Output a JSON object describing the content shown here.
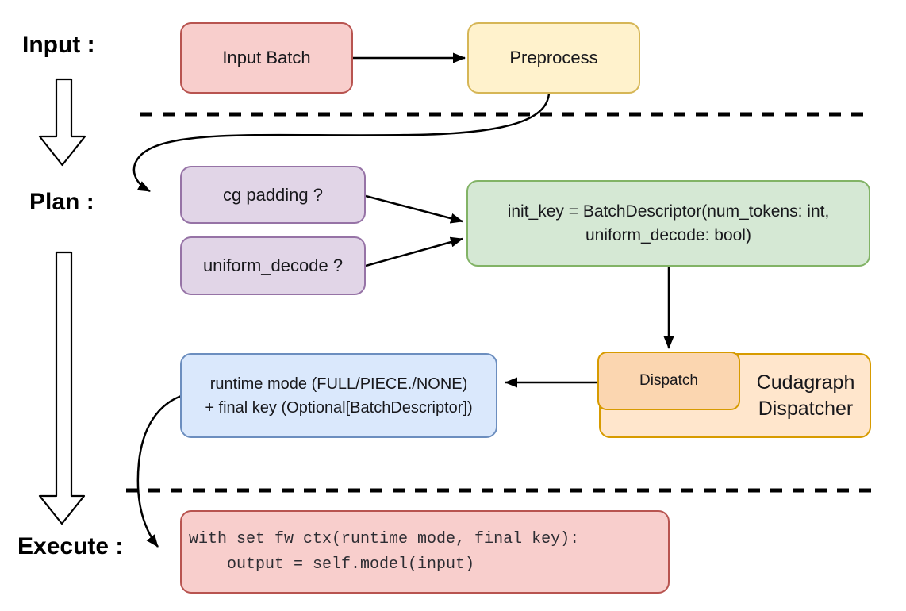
{
  "sections": {
    "input": {
      "label": "Input :"
    },
    "plan": {
      "label": "Plan :"
    },
    "execute": {
      "label": "Execute :"
    }
  },
  "nodes": {
    "input_batch": {
      "label": "Input Batch",
      "fill": "#f8cecc",
      "stroke": "#b85450"
    },
    "preprocess": {
      "label": "Preprocess",
      "fill": "#fff2cc",
      "stroke": "#d6b656"
    },
    "cg_padding": {
      "label": "cg padding ?",
      "fill": "#e1d5e7",
      "stroke": "#9673a6"
    },
    "uniform_decode": {
      "label": "uniform_decode ?",
      "fill": "#e1d5e7",
      "stroke": "#9673a6"
    },
    "init_key": {
      "label": "init_key = BatchDescriptor(num_tokens: int,\nuniform_decode: bool)",
      "fill": "#d5e8d4",
      "stroke": "#82b366"
    },
    "dispatch": {
      "label": "Dispatch",
      "fill": "#fbd6b0",
      "stroke": "#d79b00"
    },
    "cudagraph_dispatcher": {
      "label": "Cudagraph\nDispatcher",
      "fill": "#ffe6cc",
      "stroke": "#d79b00"
    },
    "runtime_result": {
      "label": "runtime mode (FULL/PIECE./NONE)\n+ final key (Optional[BatchDescriptor])",
      "fill": "#dae8fc",
      "stroke": "#6c8ebf"
    },
    "execute_code": {
      "label": "with set_fw_ctx(runtime_mode, final_key):\n    output = self.model(input)",
      "fill": "#f8cecc",
      "stroke": "#b85450"
    }
  },
  "edges": {
    "input_batch_to_preprocess": "Input Batch → Preprocess",
    "preprocess_to_cg_padding": "Preprocess → cg padding ?",
    "cg_padding_to_init_key": "cg padding ? → init_key",
    "uniform_decode_to_init_key": "uniform_decode ? → init_key",
    "init_key_to_dispatch": "init_key → Dispatch",
    "dispatch_to_runtime_result": "Dispatch → runtime mode + final key",
    "runtime_result_to_execute_code": "runtime mode + final key → execute code"
  },
  "colors": {
    "arrow": "#000000",
    "divider": "#000000",
    "background": "#ffffff"
  }
}
